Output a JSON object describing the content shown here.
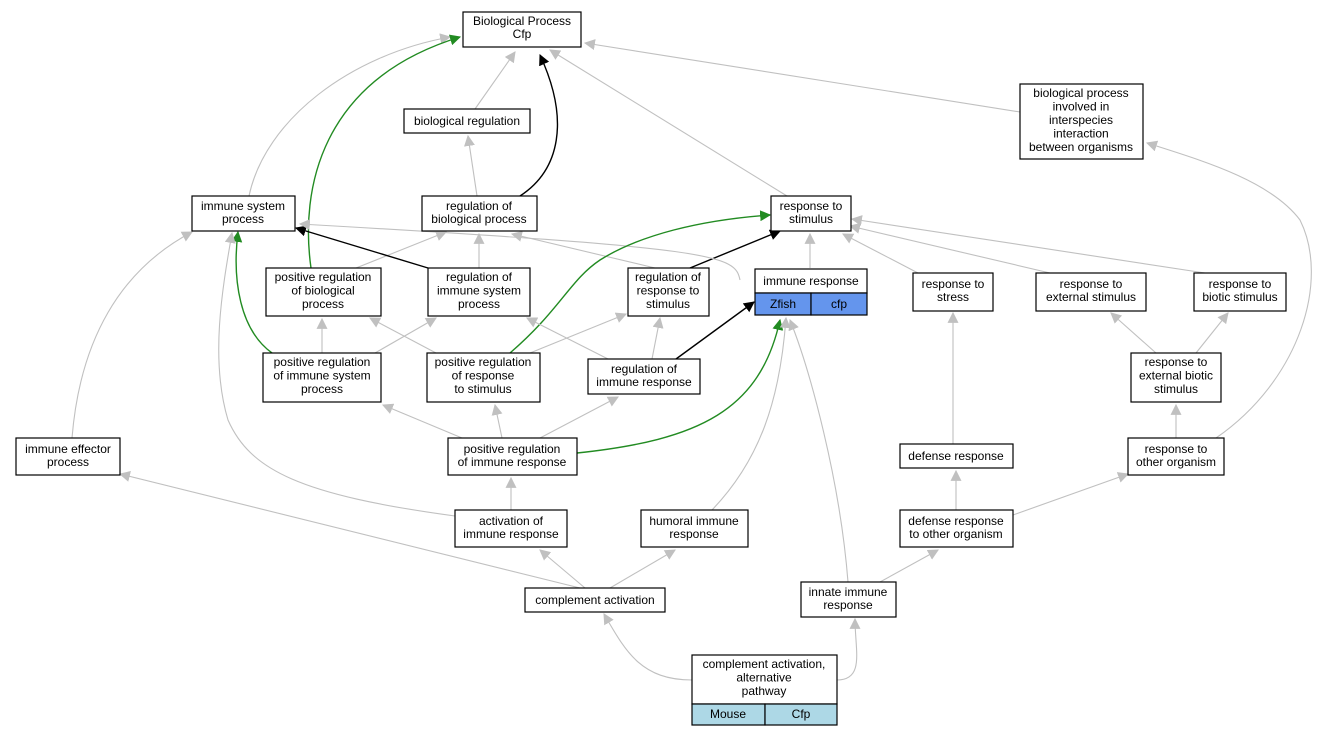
{
  "colors": {
    "edge_gray": "#c0c0c0",
    "edge_black": "#000000",
    "edge_green": "#228b22",
    "zfish_fill": "#6495ed",
    "mouse_fill": "#add8e6"
  },
  "nodes": {
    "biological_process": [
      "Biological Process",
      "Cfp"
    ],
    "biological_regulation": [
      "biological regulation"
    ],
    "interspecies_interaction": [
      "biological process",
      "involved in",
      "interspecies",
      "interaction",
      "between organisms"
    ],
    "immune_system_process": [
      "immune system",
      "process"
    ],
    "regulation_of_biological_process": [
      "regulation of",
      "biological process"
    ],
    "response_to_stimulus": [
      "response to",
      "stimulus"
    ],
    "positive_regulation_of_biological_process": [
      "positive regulation",
      "of biological",
      "process"
    ],
    "regulation_of_immune_system_process": [
      "regulation of",
      "immune system",
      "process"
    ],
    "regulation_of_response_to_stimulus": [
      "regulation of",
      "response to",
      "stimulus"
    ],
    "immune_response": [
      "immune response"
    ],
    "response_to_stress": [
      "response to",
      "stress"
    ],
    "response_to_external_stimulus": [
      "response to",
      "external stimulus"
    ],
    "response_to_biotic_stimulus": [
      "response to",
      "biotic stimulus"
    ],
    "positive_regulation_of_immune_system_process": [
      "positive regulation",
      "of immune system",
      "process"
    ],
    "positive_regulation_of_response_to_stimulus": [
      "positive regulation",
      "of response",
      "to stimulus"
    ],
    "regulation_of_immune_response": [
      "regulation of",
      "immune response"
    ],
    "response_to_external_biotic_stimulus": [
      "response to",
      "external biotic",
      "stimulus"
    ],
    "immune_effector_process": [
      "immune effector",
      "process"
    ],
    "positive_regulation_of_immune_response": [
      "positive regulation",
      "of immune response"
    ],
    "defense_response": [
      "defense response"
    ],
    "response_to_other_organism": [
      "response to",
      "other organism"
    ],
    "activation_of_immune_response": [
      "activation of",
      "immune response"
    ],
    "humoral_immune_response": [
      "humoral immune",
      "response"
    ],
    "defense_response_to_other_organism": [
      "defense response",
      "to other organism"
    ],
    "complement_activation": [
      "complement activation"
    ],
    "innate_immune_response": [
      "innate immune",
      "response"
    ],
    "complement_activation_alternative_pathway": [
      "complement activation,",
      "alternative",
      "pathway"
    ]
  },
  "cells": {
    "immune_response_zfish": "Zfish",
    "immune_response_cfp": "cfp",
    "alt_pathway_mouse": "Mouse",
    "alt_pathway_cfp": "Cfp"
  }
}
